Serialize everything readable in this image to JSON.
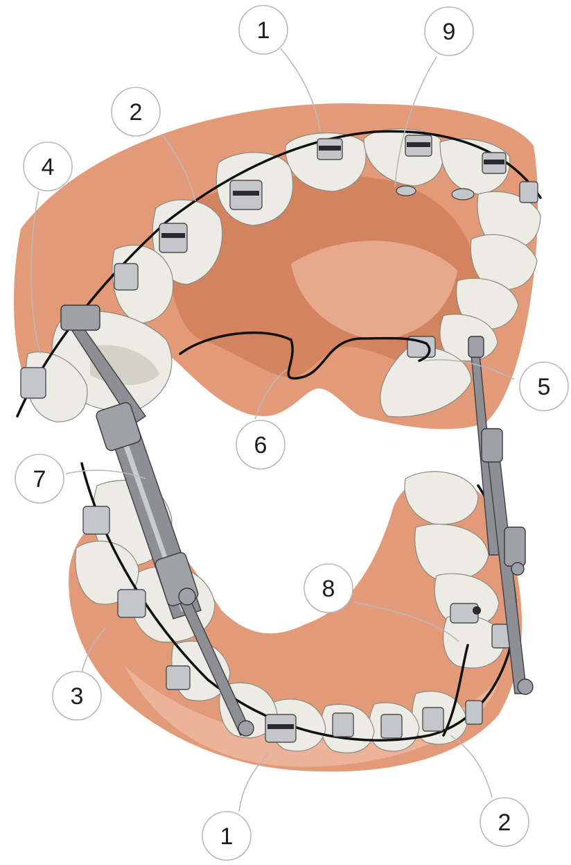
{
  "callouts": [
    {
      "id": "c1-top",
      "label": "1"
    },
    {
      "id": "c9",
      "label": "9"
    },
    {
      "id": "c2-top",
      "label": "2"
    },
    {
      "id": "c4",
      "label": "4"
    },
    {
      "id": "c5",
      "label": "5"
    },
    {
      "id": "c6",
      "label": "6"
    },
    {
      "id": "c7",
      "label": "7"
    },
    {
      "id": "c8",
      "label": "8"
    },
    {
      "id": "c3",
      "label": "3"
    },
    {
      "id": "c2-bottom",
      "label": "2"
    },
    {
      "id": "c1-bottom",
      "label": "1"
    }
  ],
  "colors": {
    "gum": "#e39a78",
    "palate": "#d4835f",
    "tooth": "#ecebe4",
    "wire": "#111111",
    "metal": "#8d8f94",
    "callout_stroke": "#b9b9b9"
  }
}
